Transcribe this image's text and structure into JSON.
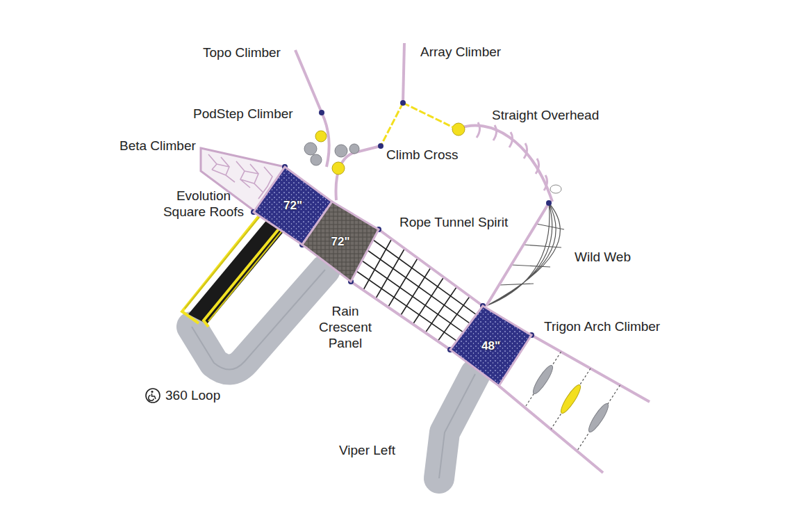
{
  "diagram": {
    "nodes": [
      {
        "text": [
          "72\""
        ]
      },
      {
        "text": [
          "72\""
        ]
      },
      {
        "text": [
          "48\""
        ]
      }
    ],
    "labels": [
      "Topo Climber",
      "Array Climber",
      "PodStep Climber",
      "Straight Overhead",
      "Beta Climber",
      "Climb Cross",
      "Evolution Square Roofs",
      "Rope Tunnel Spirit",
      "Wild Web",
      "Rain Crescent Panel",
      "Trigon Arch Climber",
      "360 Loop",
      "Viper Left"
    ]
  }
}
